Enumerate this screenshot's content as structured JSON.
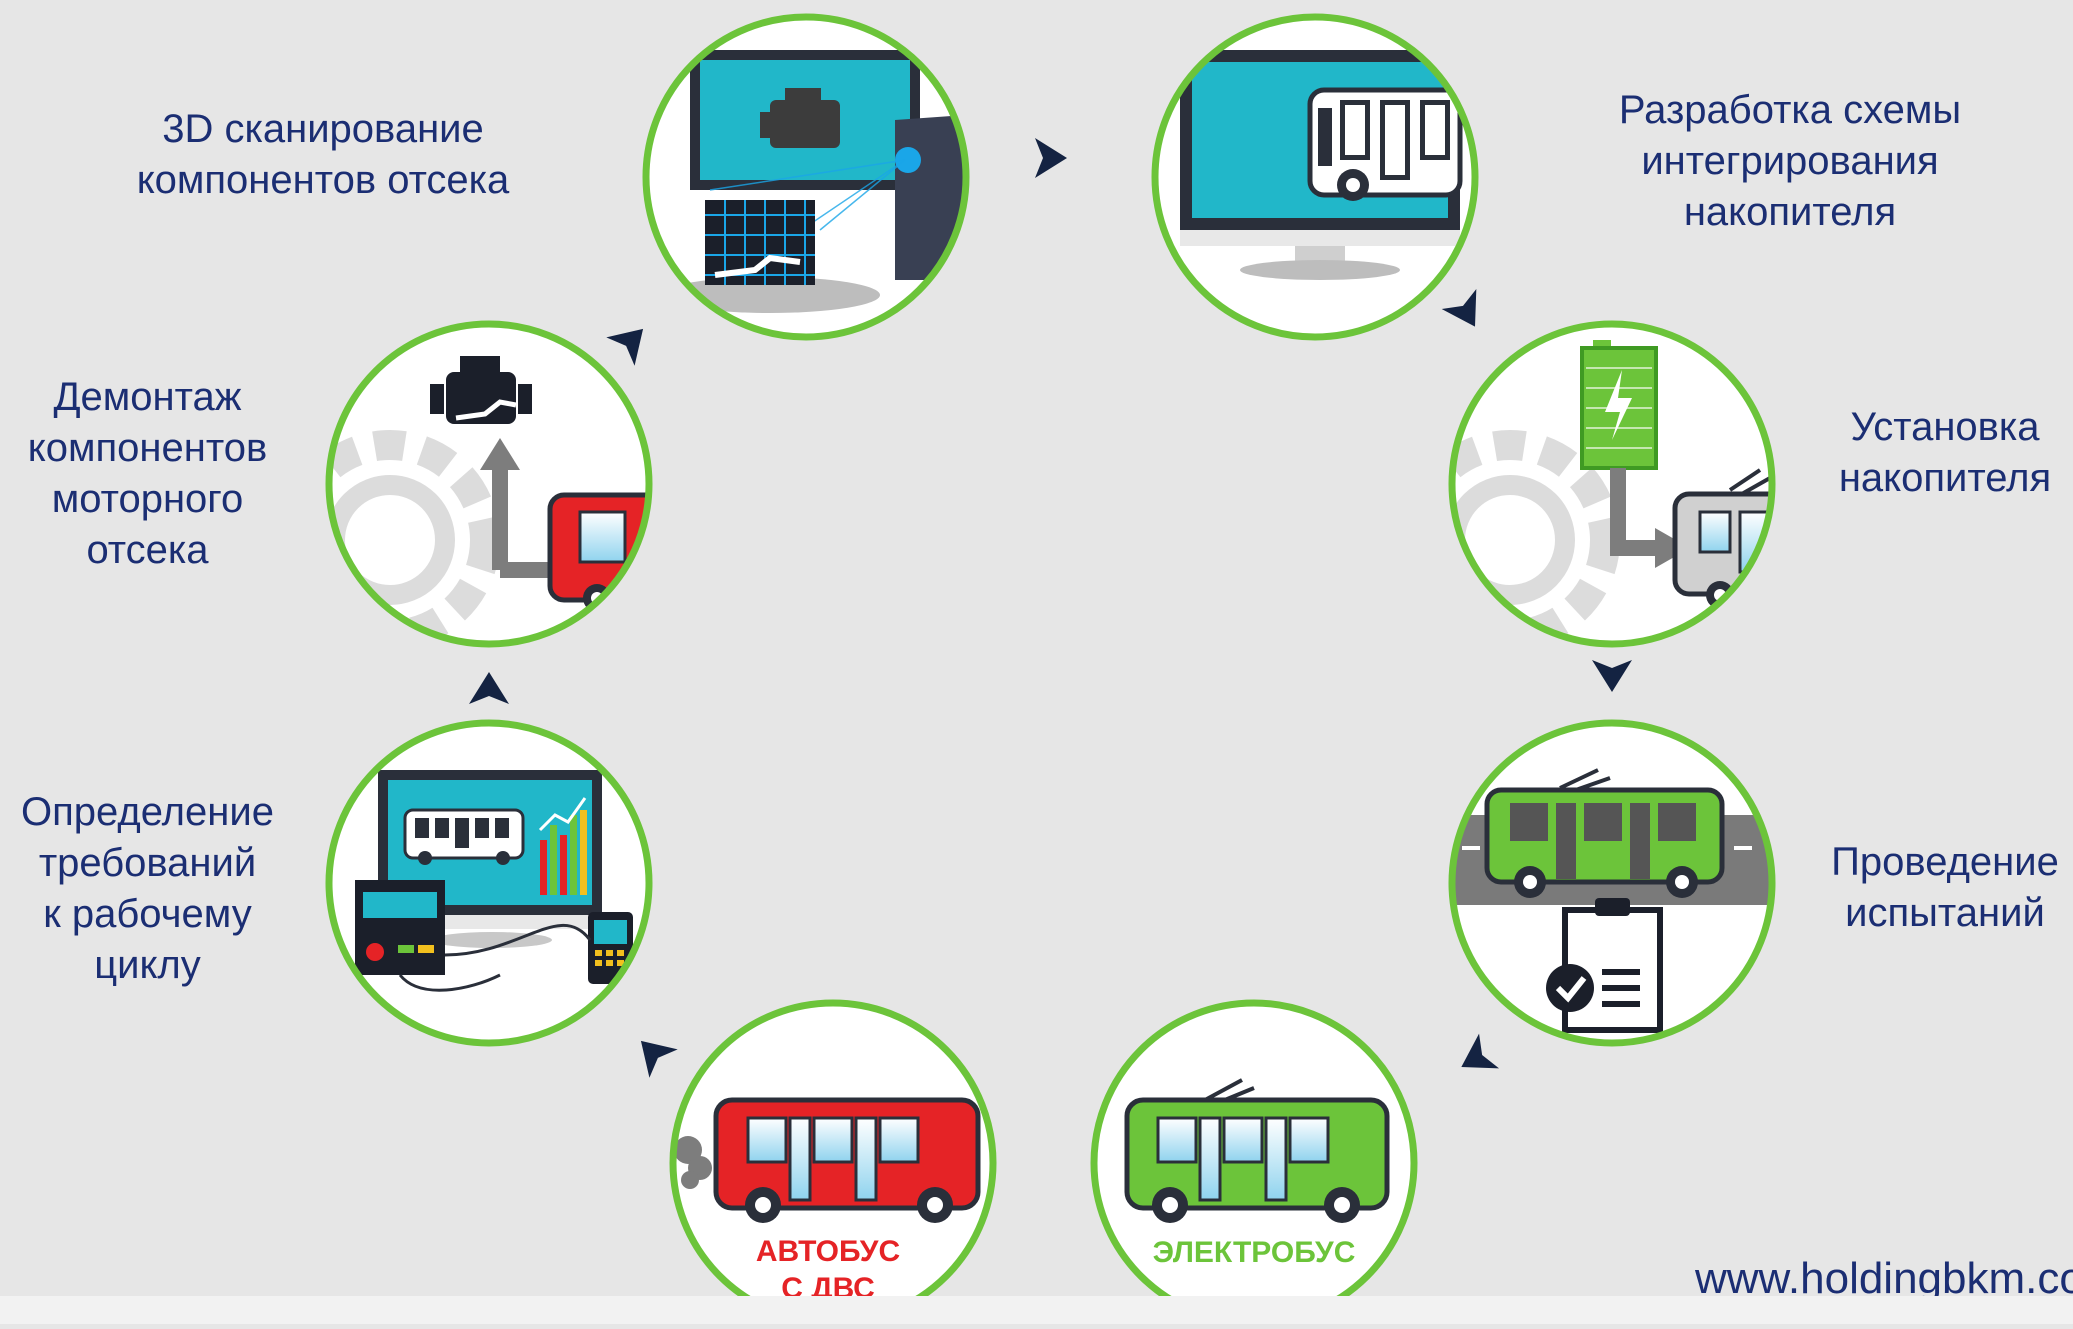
{
  "steps": [
    {
      "id": "scan",
      "label": "3D сканирование\nкомпонентов отсека"
    },
    {
      "id": "design",
      "label": "Разработка схемы\nинтегрирования\nнакопителя"
    },
    {
      "id": "install",
      "label": "Установка\nнакопителя"
    },
    {
      "id": "testing",
      "label": "Проведение\nиспытаний"
    },
    {
      "id": "requirements",
      "label": "Определение\nтребований\nк рабочему\nциклу"
    },
    {
      "id": "dismantle",
      "label": "Демонтаж\nкомпонентов\nмоторного\nотсека"
    }
  ],
  "electrobus": {
    "label": "ЭЛЕКТРОБУС"
  },
  "bus_ice": {
    "line1": "АВТОБУС",
    "line2": "С ДВС"
  },
  "website": "www.holdingbkm.com",
  "colors": {
    "ring": "#6cc43a",
    "label_text": "#1b2e73",
    "arrow": "#142342",
    "screen": "#21b7c9",
    "bus_red": "#e52326",
    "bus_green": "#6cc43a",
    "background": "#e6e6e6"
  }
}
